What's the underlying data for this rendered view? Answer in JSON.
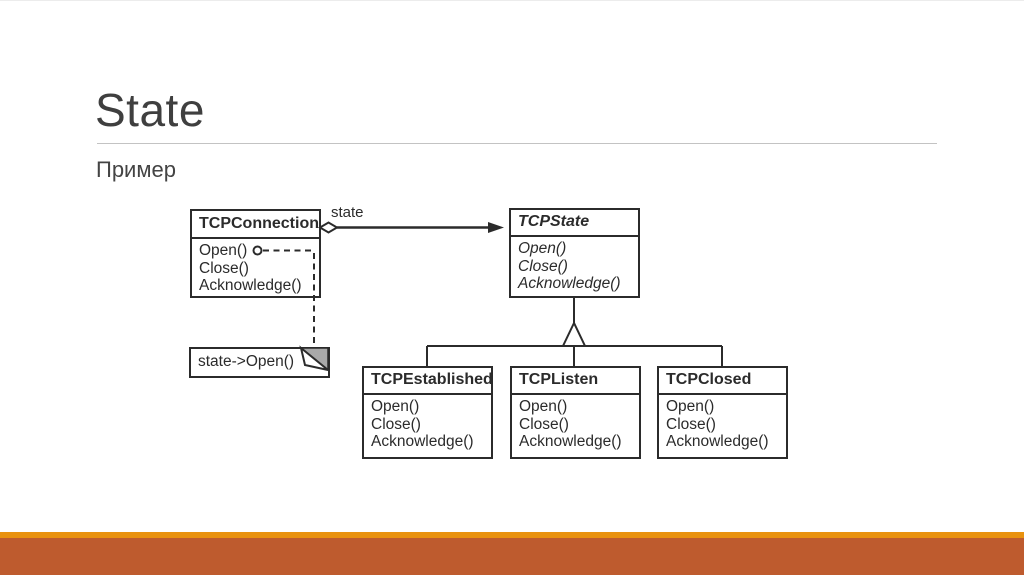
{
  "slide": {
    "title": "State",
    "subtitle": "Пример"
  },
  "colors": {
    "ink": "#2b2b2b",
    "title_text": "#3f3f3f",
    "divider": "#c3c3c3",
    "note_fold_gray": "#a9a9a9",
    "footer_amber": "#E9920F",
    "footer_rust": "#BE5B2E"
  },
  "diagram": {
    "association_label": "state",
    "note_text": "state->Open()",
    "classes": {
      "connection": {
        "name": "TCPConnection",
        "methods": [
          "Open()",
          "Close()",
          "Acknowledge()"
        ]
      },
      "state": {
        "name": "TCPState",
        "methods": [
          "Open()",
          "Close()",
          "Acknowledge()"
        ]
      },
      "established": {
        "name": "TCPEstablished",
        "methods": [
          "Open()",
          "Close()",
          "Acknowledge()"
        ]
      },
      "listen": {
        "name": "TCPListen",
        "methods": [
          "Open()",
          "Close()",
          "Acknowledge()"
        ]
      },
      "closed": {
        "name": "TCPClosed",
        "methods": [
          "Open()",
          "Close()",
          "Acknowledge()"
        ]
      }
    }
  }
}
